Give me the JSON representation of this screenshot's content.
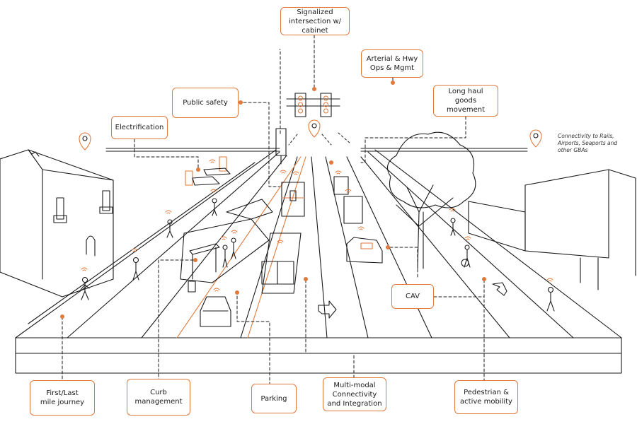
{
  "callouts": {
    "signalized": "Signalized\nintersection w/\ncabinet",
    "arterial": "Arterial & Hwy\nOps & Mgmt",
    "public_safety": "Public safety",
    "long_haul": "Long haul goods\nmovement",
    "electrification": "Electrification",
    "cav": "CAV",
    "first_last": "First/Last\nmile journey",
    "curb": "Curb\nmanagement",
    "parking": "Parking",
    "multimodal": "Multi-modal\nConnectivity\nand Integration",
    "pedestrian": "Pedestrian &\nactive mobility"
  },
  "note": {
    "line1": "Connectivity to Rails,",
    "line2": "Airports, Seaports and",
    "line3": "other GBAs"
  },
  "colors": {
    "accent": "#e07a3c",
    "line": "#1a1a1a",
    "background": "#ffffff"
  }
}
